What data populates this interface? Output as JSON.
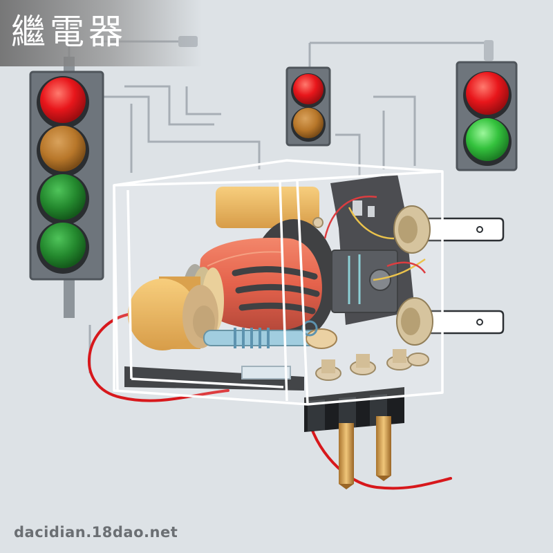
{
  "title": "繼電器",
  "watermark": "dacidian.18dao.net",
  "illustration": {
    "subject": "relay",
    "traffic_lights": [
      {
        "lamps": [
          "red",
          "amber",
          "green",
          "green"
        ]
      },
      {
        "lamps": [
          "red",
          "amber"
        ]
      },
      {
        "lamps": [
          "red",
          "green"
        ]
      }
    ],
    "colors": {
      "background": "#dde2e6",
      "red_lamp": "#e8161b",
      "amber_lamp": "#b8772a",
      "green_lamp": "#2fa83a",
      "coil": "#e0452a",
      "wire": "#d7181c"
    }
  }
}
